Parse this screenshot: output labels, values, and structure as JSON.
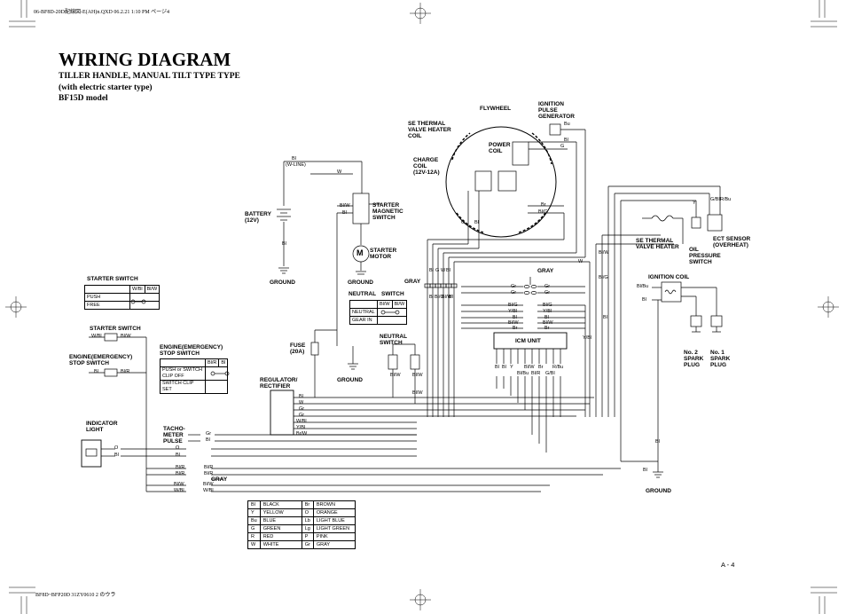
{
  "header": {
    "file_info": "06-BF8D-20D配線図-E(AH)n.QXD  06.2.21  1:10 PM  ページ4",
    "footer_info": "BF8D~BFP20D  31ZY0610   2 のウラ",
    "page_number": "A - 4"
  },
  "title": {
    "main": "WIRING DIAGRAM",
    "line1": "TILLER HANDLE, MANUAL TILT TYPE TYPE",
    "line2": "(with electric starter type)",
    "line3": "BF15D model"
  },
  "components": {
    "flywheel": "FLYWHEEL",
    "ignition_pulse_generator": [
      "IGNITION",
      "PULSE",
      "GENERATOR"
    ],
    "se_thermal_valve_coil": [
      "SE THERMAL",
      "VALVE HEATER",
      "COIL"
    ],
    "power_coil": [
      "POWER",
      "COIL"
    ],
    "charge_coil": [
      "CHARGE",
      "COIL",
      "(12V-12A)"
    ],
    "battery": [
      "BATTERY",
      "(12V)"
    ],
    "starter_magnetic_switch": [
      "STARTER",
      "MAGNETIC",
      "SWITCH"
    ],
    "starter_motor": [
      "STARTER",
      "MOTOR"
    ],
    "motor_symbol": "M",
    "ground": "GROUND",
    "se_thermal_valve_heater": [
      "SE THERMAL",
      "VALVE HEATER"
    ],
    "oil_pressure_switch": [
      "OIL",
      "PRESSURE",
      "SWITCH"
    ],
    "ect_sensor": [
      "ECT SENSOR",
      "(OVERHEAT)"
    ],
    "ignition_coil": "IGNITION COIL",
    "spark_plug_2": [
      "No. 2",
      "SPARK",
      "PLUG"
    ],
    "spark_plug_1": [
      "No. 1",
      "SPARK",
      "PLUG"
    ],
    "icm_unit": "ICM UNIT",
    "gray": "GRAY",
    "fuse": [
      "FUSE",
      "(20A)"
    ],
    "regulator": [
      "REGULATOR/",
      "RECTIFIER"
    ],
    "neutral_switch": [
      "NEUTRAL",
      "SWITCH"
    ],
    "indicator_light": [
      "INDICATOR",
      "LIGHT"
    ],
    "tacho": [
      "TACHO-",
      "METER",
      "PULSE"
    ],
    "starter_switch_label": "STARTER SWITCH",
    "engine_stop_switch_label": [
      "ENGINE(EMERGENCY)",
      "STOP SWITCH"
    ]
  },
  "wire_labels": {
    "w_line": [
      "Bl",
      "(W-LINE)"
    ],
    "top": [
      "W",
      "Bl/W",
      "Bl",
      "Bl",
      "Bu",
      "Bl",
      "G",
      "Br",
      "Bl/G",
      "G",
      "Bl"
    ],
    "harness_left": [
      "Bl",
      "G",
      "W",
      "Bl",
      "Bl",
      "Bl/G",
      "Bl/W",
      "Bl"
    ],
    "gray_connectors": [
      "Gr",
      "Gr",
      "Gr",
      "Gr"
    ],
    "icm_rows": [
      "Bl/G",
      "Bl/G",
      "Y/Bl",
      "Y/Bl",
      "Bl",
      "Bl",
      "Bl/W",
      "Bl/W",
      "Br",
      "Br"
    ],
    "icm_pins": [
      "Bl",
      "Bl",
      "Y",
      "Bl/Bu",
      "Bl/W",
      "Bl/R",
      "Br",
      "G/Bl",
      "R/Bu"
    ],
    "right": [
      "W",
      "Bl/W",
      "Bl/G",
      "Y/Bl",
      "Bl",
      "Y",
      "G/Bl",
      "R/Bu",
      "Bl/Bu",
      "Bl"
    ],
    "regulator_out": [
      "Bl",
      "W",
      "Gr",
      "Gr",
      "W/Bl",
      "Y/Bl",
      "Br/W"
    ],
    "tacho_wires": [
      "Gr",
      "Bl"
    ],
    "bottom_pairs": [
      "Bl/R",
      "Bl/R",
      "Bl/R",
      "Bl/R",
      "Bl/W",
      "Bl/W",
      "W/Bl",
      "W/Bl"
    ],
    "starter_switch_wires": [
      "W/Bl",
      "Bl/W"
    ],
    "stop_switch_wires": [
      "Bl",
      "Bl/R"
    ],
    "neutral_wires": [
      "Bl/W",
      "Bl/W",
      "Bl/W"
    ],
    "indicator_wires": [
      "O",
      "Bl",
      "O",
      "Bl"
    ],
    "ground_bottom": [
      "Bl",
      "Bl"
    ]
  },
  "starter_switch_table": {
    "headers": [
      "",
      "W/Bl",
      "Bl/W"
    ],
    "rows": [
      "PUSH",
      "FREE"
    ]
  },
  "stop_switch_table": {
    "headers": [
      "",
      "Bl/R",
      "Bl"
    ],
    "rows": [
      "PUSH or SWITCH CLIP OFF",
      "SWITCH CLIP SET"
    ]
  },
  "neutral_table": {
    "headers": [
      "",
      "Bl/W",
      "Bl/W"
    ],
    "rows": [
      "NEUTRAL",
      "GEAR IN"
    ]
  },
  "color_legend": [
    [
      "Bl",
      "BLACK",
      "Br",
      "BROWN"
    ],
    [
      "Y",
      "YELLOW",
      "O",
      "ORANGE"
    ],
    [
      "Bu",
      "BLUE",
      "Lb",
      "LIGHT BLUE"
    ],
    [
      "G",
      "GREEN",
      "Lg",
      "LIGHT GREEN"
    ],
    [
      "R",
      "RED",
      "P",
      "PINK"
    ],
    [
      "W",
      "WHITE",
      "Gr",
      "GRAY"
    ]
  ]
}
